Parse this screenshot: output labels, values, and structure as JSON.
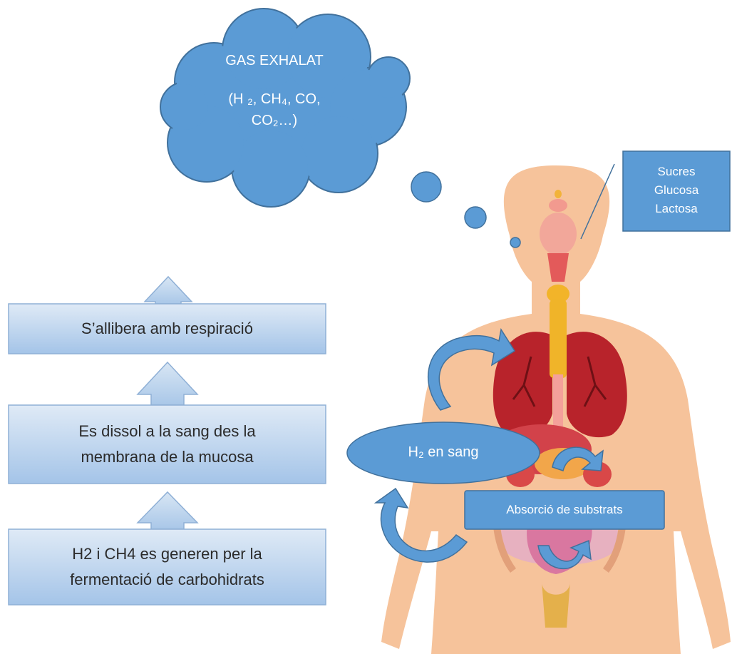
{
  "cloud": {
    "title": "GAS EXHALAT",
    "line1": "(H ₂, CH₄, CO,",
    "line2": "CO₂…)"
  },
  "sugars_box": {
    "line1": "Sucres",
    "line2": "Glucosa",
    "line3": "Lactosa"
  },
  "h2_blood_label": "H₂ en sang",
  "absorption_label": "Absorció de substrats",
  "steps": [
    {
      "line1": "S’allibera amb respiració"
    },
    {
      "line1": "Es dissol a la sang des la",
      "line2": "membrana de la mucosa"
    },
    {
      "line1": "H2 i CH4 es generen per la",
      "line2": "fermentació de carbohidrats"
    }
  ],
  "colors": {
    "blue_fill": "#5b9bd5",
    "blue_dark": "#41719c",
    "light_blue_top": "#dce8f5",
    "light_blue_bottom": "#9dc0e6",
    "skin": "#f6c39b",
    "lung": "#b8232b",
    "trachea": "#f0b429"
  }
}
